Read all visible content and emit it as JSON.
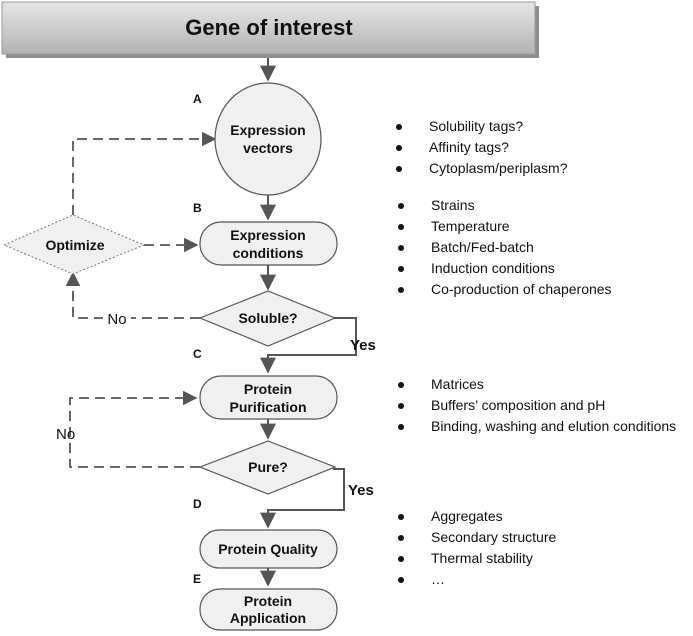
{
  "title": "Gene of interest",
  "steps": {
    "a": {
      "letter": "A",
      "line1": "Expression",
      "line2": "vectors"
    },
    "b": {
      "letter": "B",
      "line1": "Expression",
      "line2": "conditions"
    },
    "c": {
      "letter": "C",
      "line1": "Protein",
      "line2": "Purification"
    },
    "d": {
      "letter": "D",
      "line1": "Protein Quality"
    },
    "e": {
      "letter": "E",
      "line1": "Protein",
      "line2": "Application"
    }
  },
  "decisions": {
    "optimize": "Optimize",
    "soluble": "Soluble?",
    "pure": "Pure?"
  },
  "branches": {
    "soluble_no": "No",
    "soluble_yes": "Yes",
    "pure_no": "No",
    "pure_yes": "Yes"
  },
  "bullets": {
    "a": [
      "Solubility tags?",
      "Affinity tags?",
      "Cytoplasm/periplasm?"
    ],
    "b": [
      "Strains",
      "Temperature",
      "Batch/Fed-batch",
      "Induction conditions",
      "Co-production of chaperones"
    ],
    "c": [
      "Matrices",
      "Buffers’ composition and pH",
      "Binding, washing and elution conditions"
    ],
    "d": [
      "Aggregates",
      "Secondary structure",
      "Thermal stability",
      "…"
    ]
  },
  "colors": {
    "node_fill": "#f0f0f0",
    "stroke": "#555555",
    "title_top": "#e4e4e4",
    "title_bottom": "#b5b5b5"
  }
}
